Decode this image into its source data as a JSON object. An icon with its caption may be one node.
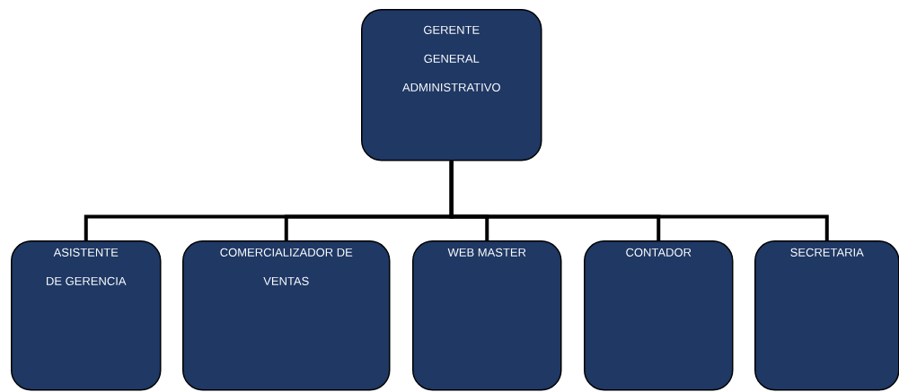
{
  "diagram": {
    "nodes": [
      {
        "text": [
          "GERENTE GENERAL ADMINISTRATIVO"
        ]
      },
      {
        "text": [
          "ASISTENTE DE GERENCIA"
        ]
      },
      {
        "text": [
          "COMERCIALIZADOR DE VENTAS"
        ]
      },
      {
        "text": [
          "WEB MASTER"
        ]
      },
      {
        "text": [
          "CONTADOR"
        ]
      },
      {
        "text": [
          "SECRETARIA"
        ]
      }
    ],
    "edges": [
      {
        "from": 0,
        "to": 1,
        "arrow": "none"
      },
      {
        "from": 0,
        "to": 2,
        "arrow": "none"
      },
      {
        "from": 0,
        "to": 3,
        "arrow": "none"
      },
      {
        "from": 0,
        "to": 4,
        "arrow": "none"
      },
      {
        "from": 0,
        "to": 5,
        "arrow": "none"
      }
    ]
  }
}
